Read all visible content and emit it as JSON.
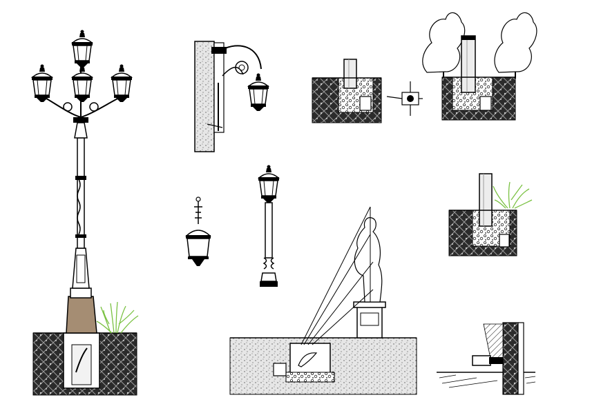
{
  "drawing": {
    "background": "#ffffff",
    "line_color": "#000000",
    "soil_fill": "#2b2b2b",
    "gravel_fill": "#8a8a8a",
    "concrete_fill": "#d9d9d9",
    "shrub_color": "#7ac142",
    "base_tint": "#a58d73",
    "components": [
      {
        "id": "tall-candelabra-lamp-post",
        "icon": "lamp-post-icon"
      },
      {
        "id": "wall-mounted-lantern",
        "icon": "wall-lamp-icon"
      },
      {
        "id": "bollard-foundation-section",
        "icon": "bollard-icon"
      },
      {
        "id": "bollard-plan-detail",
        "icon": "plan-icon"
      },
      {
        "id": "bollard-with-trees-section",
        "icon": "tree-icon"
      },
      {
        "id": "pendant-lantern",
        "icon": "pendant-lamp-icon"
      },
      {
        "id": "short-lamp-post",
        "icon": "lamp-post-icon"
      },
      {
        "id": "bollard-with-shrub-section",
        "icon": "shrub-icon"
      },
      {
        "id": "statue-uplight-section",
        "icon": "statue-icon"
      },
      {
        "id": "wall-floodlight-detail",
        "icon": "floodlight-icon"
      }
    ]
  }
}
